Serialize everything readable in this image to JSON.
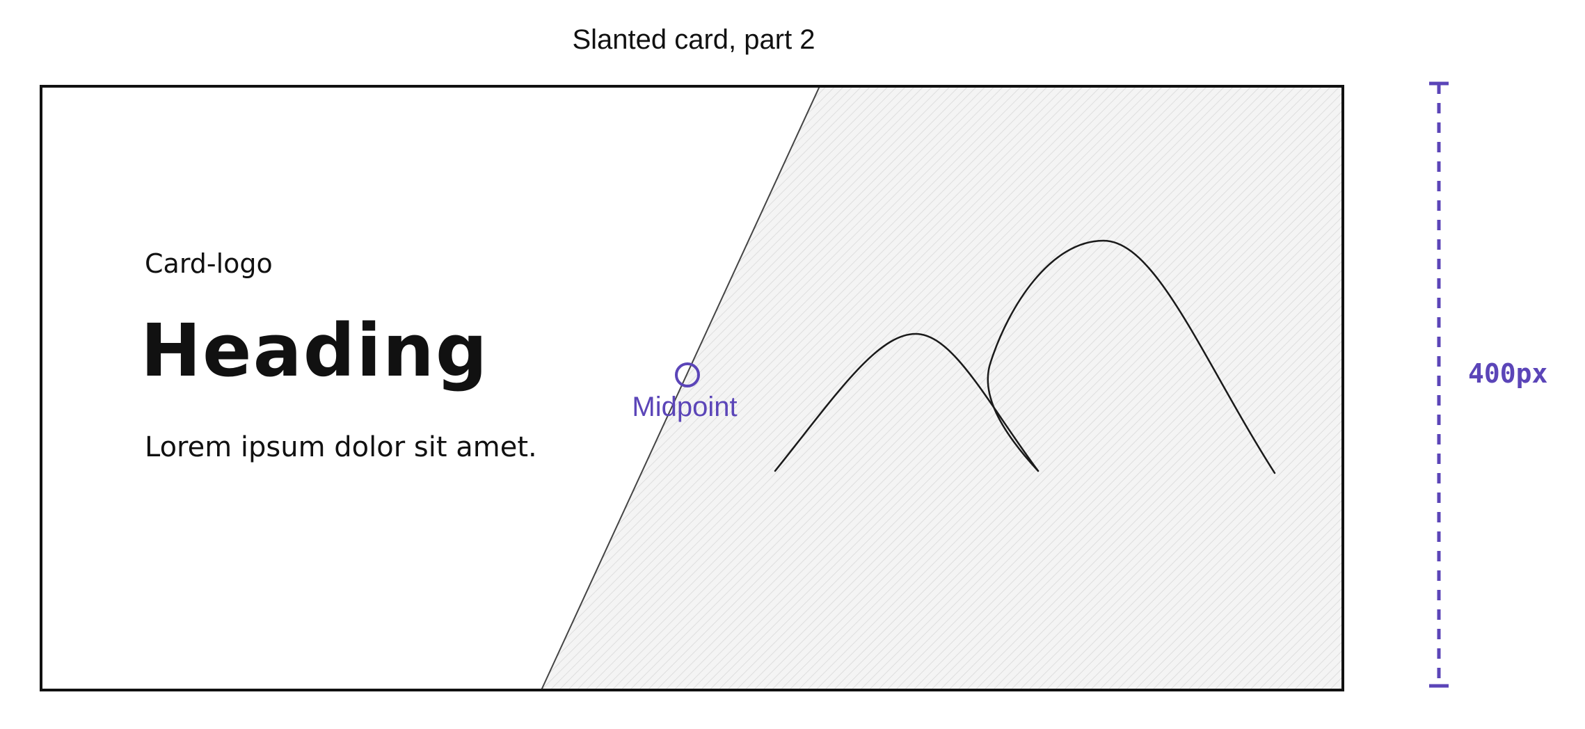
{
  "title": "Slanted card, part 2",
  "card": {
    "logo": "Card-logo",
    "heading": "Heading",
    "body": "Lorem ipsum dolor sit amet."
  },
  "annotations": {
    "midpoint_label": "Midpoint",
    "height_label": "400px"
  },
  "colors": {
    "accent": "#5b45b8",
    "ink": "#111111",
    "image_fill": "#f4f4f4",
    "hatch": "#dedede"
  },
  "image_placeholder_icon": "mountains-icon"
}
